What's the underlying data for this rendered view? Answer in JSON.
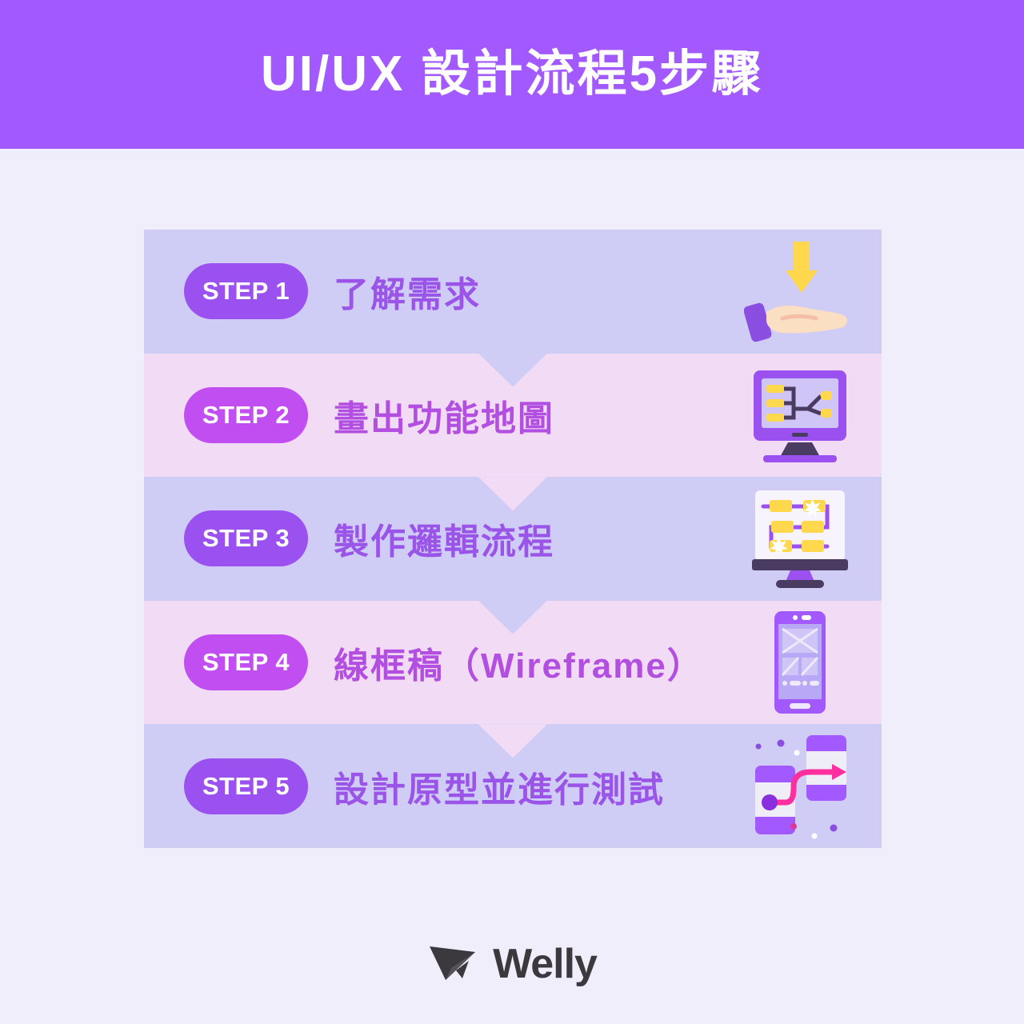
{
  "header": {
    "title": "UI/UX 設計流程5步驟",
    "background_color": "#a259ff",
    "text_color": "#ffffff"
  },
  "page": {
    "background_color": "#f1eefb"
  },
  "steps": [
    {
      "badge": "STEP 1",
      "title": "了解需求",
      "icon": "hand-catching-arrow-icon",
      "row_color": "#cfcdf6",
      "badge_color": "#9b51f0",
      "title_color": "#9a55e8"
    },
    {
      "badge": "STEP 2",
      "title": "畫出功能地圖",
      "icon": "monitor-sitemap-icon",
      "row_color": "#f2dbf5",
      "badge_color": "#c04ef0",
      "title_color": "#b24fe0"
    },
    {
      "badge": "STEP 3",
      "title": "製作邏輯流程",
      "icon": "monitor-flowchart-icon",
      "row_color": "#cfcdf6",
      "badge_color": "#9b51f0",
      "title_color": "#9a55e8"
    },
    {
      "badge": "STEP 4",
      "title": "線框稿（Wireframe）",
      "icon": "phone-wireframe-icon",
      "row_color": "#f2dbf5",
      "badge_color": "#c04ef0",
      "title_color": "#b24fe0"
    },
    {
      "badge": "STEP 5",
      "title": "設計原型並進行測試",
      "icon": "phone-prototype-flow-icon",
      "row_color": "#cfcdf6",
      "badge_color": "#9b51f0",
      "title_color": "#9a55e8"
    }
  ],
  "footer": {
    "brand": "Welly",
    "logo_icon": "paper-plane-icon",
    "color": "#3b383e"
  },
  "palette": {
    "accent_purple": "#a259ff",
    "accent_magenta": "#c04ef0",
    "accent_yellow": "#ffd84d",
    "accent_pink": "#ff2fa0",
    "dark_purple": "#4a3b63",
    "skin": "#fbdfc3"
  }
}
